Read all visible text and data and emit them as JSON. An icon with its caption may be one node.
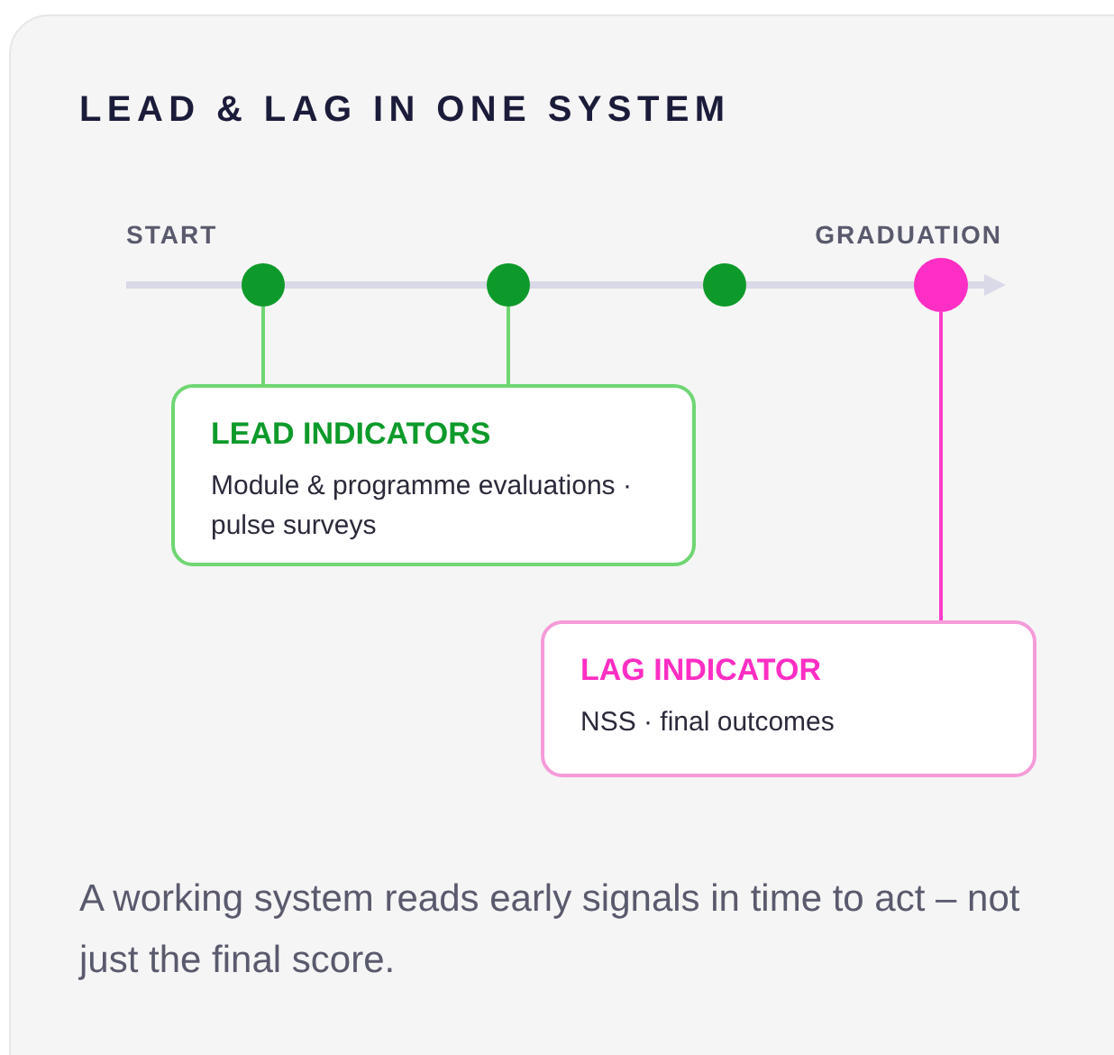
{
  "diagram": {
    "title": "LEAD & LAG IN ONE SYSTEM",
    "nodes": [
      {
        "text": [],
        "shape": "circle"
      },
      {
        "text": [],
        "shape": "circle"
      },
      {
        "text": [],
        "shape": "circle"
      },
      {
        "text": [],
        "shape": "circle"
      },
      {
        "text": [
          "LEAD INDICATORS",
          "Module & programme evaluations · pulse surveys"
        ]
      },
      {
        "text": [
          "LAG INDICATOR",
          "NSS · final outcomes"
        ]
      }
    ],
    "edges": [
      {
        "from": 0,
        "to": 4,
        "arrow": "none"
      },
      {
        "from": 1,
        "to": 4,
        "arrow": "none"
      },
      {
        "from": 3,
        "to": 5,
        "arrow": "none",
        "color": "#ff3dcb"
      }
    ],
    "labels": [
      "START",
      "GRADUATION"
    ],
    "caption": "A working system reads early signals in time to act – not just the final score."
  }
}
